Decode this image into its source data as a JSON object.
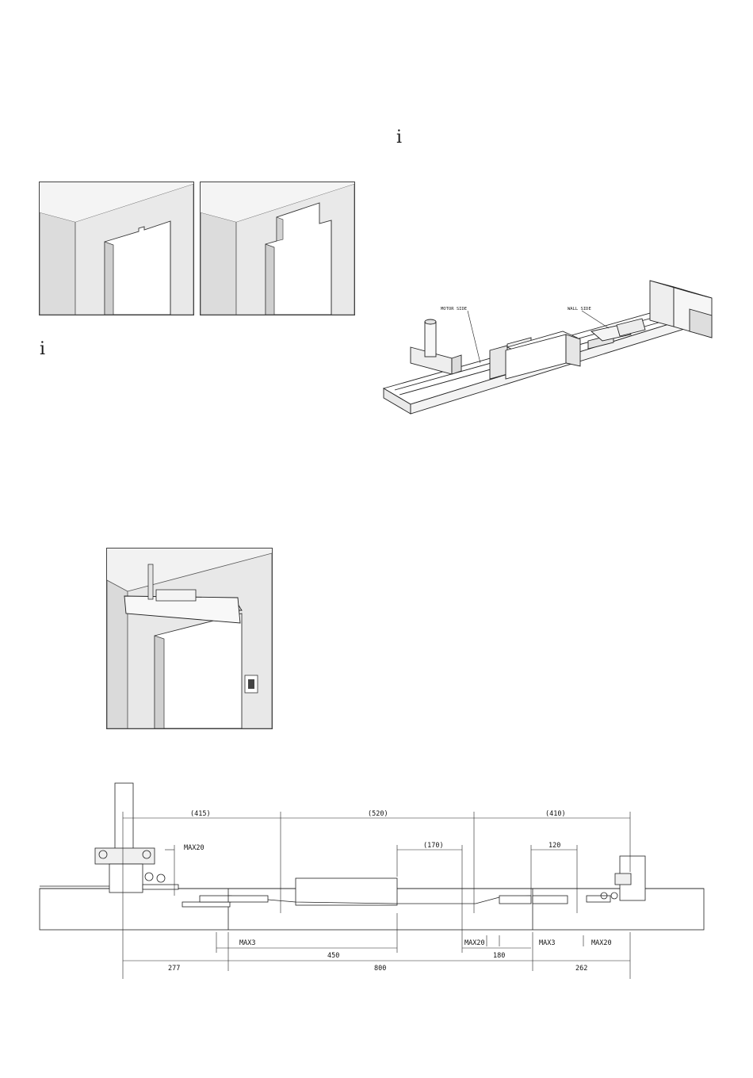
{
  "icons": {
    "info_left": "i",
    "info_right": "i"
  },
  "figures": {
    "isometric_rail": {
      "motor_label": "MOTOR SIDE",
      "wall_label": "WALL SIDE"
    }
  },
  "dimensions": {
    "top_415": "(415)",
    "top_520": "(520)",
    "top_410": "(410)",
    "mid_170": "(170)",
    "mid_120": "120",
    "max20_left": "MAX20",
    "max3_left": "MAX3",
    "max20_mid": "MAX20",
    "max3_right": "MAX3",
    "max20_right": "MAX20",
    "bot_450": "450",
    "bot_180": "180",
    "bot_277": "277",
    "bot_800": "800",
    "bot_262": "262"
  }
}
